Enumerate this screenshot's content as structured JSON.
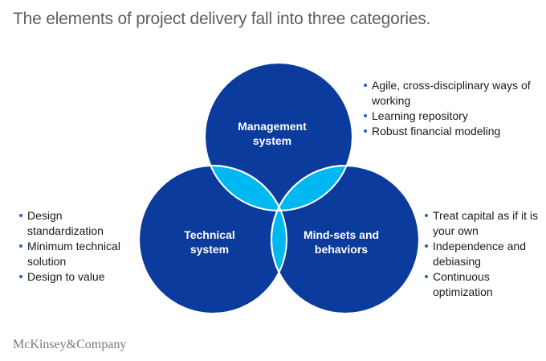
{
  "title": "The elements of project delivery fall into three categories.",
  "colors": {
    "circle": "#0b3b9c",
    "overlap": "#00b8f1",
    "circle_border": "#ffffff",
    "bullet": "#1f5ed8"
  },
  "circles": {
    "management": {
      "label_line1": "Management",
      "label_line2": "system"
    },
    "technical": {
      "label_line1": "Technical",
      "label_line2": "system"
    },
    "mindsets": {
      "label_line1": "Mind-sets and",
      "label_line2": "behaviors"
    }
  },
  "bullets": {
    "management": [
      "Agile, cross-disciplinary ways of working",
      "Learning repository",
      "Robust financial modeling"
    ],
    "technical": [
      "Design standardization",
      "Minimum technical solution",
      "Design to value"
    ],
    "mindsets": [
      "Treat capital as if it is your own",
      "Independence and debiasing",
      "Continuous optimization"
    ]
  },
  "logo": "McKinsey&Company"
}
